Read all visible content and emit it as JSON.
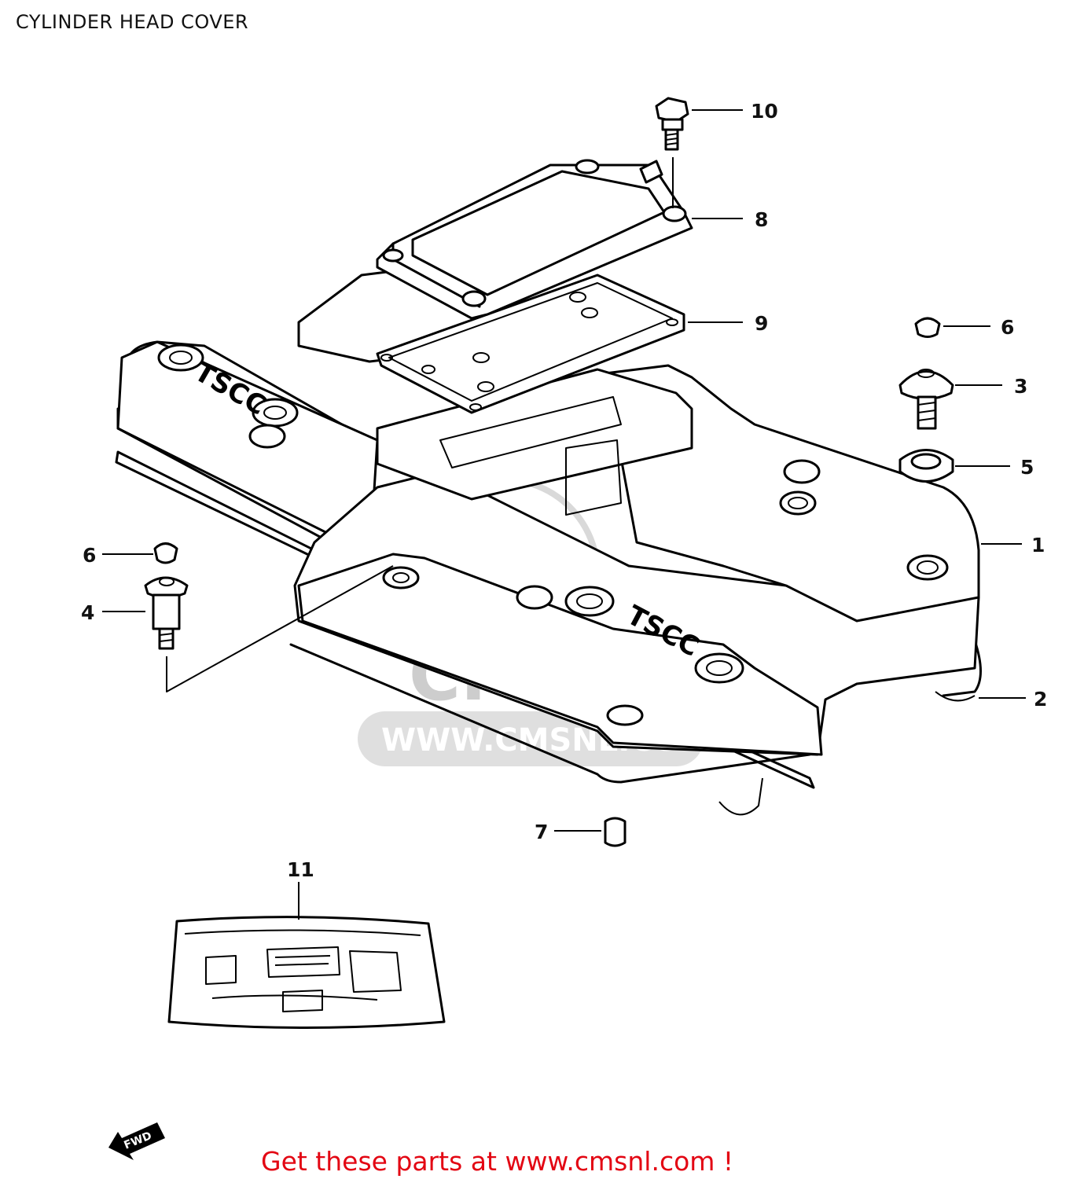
{
  "title": "CYLINDER HEAD COVER",
  "footer": "Get these parts at www.cmsnl.com !",
  "watermark": {
    "logo": "CMS",
    "url": "WWW.CMSNL.COM"
  },
  "cover_lettering": "TSCC",
  "fwd_arrow": "FWD",
  "parts": [
    {
      "number": "1",
      "name": "cylinder-head-cover"
    },
    {
      "number": "2",
      "name": "head-cover-gasket"
    },
    {
      "number": "3",
      "name": "cover-bolt"
    },
    {
      "number": "4",
      "name": "cover-bolt-long"
    },
    {
      "number": "5",
      "name": "bolt-seal-washer"
    },
    {
      "number": "6",
      "name": "bolt-cap"
    },
    {
      "number": "7",
      "name": "dowel-pin"
    },
    {
      "number": "8",
      "name": "breather-cover"
    },
    {
      "number": "9",
      "name": "breather-gasket"
    },
    {
      "number": "10",
      "name": "breather-cover-bolt"
    },
    {
      "number": "11",
      "name": "bond-packing"
    }
  ],
  "callouts": {
    "p1": "1",
    "p2": "2",
    "p3": "3",
    "p4": "4",
    "p5": "5",
    "p6a": "6",
    "p6b": "6",
    "p7": "7",
    "p8": "8",
    "p9": "9",
    "p10": "10",
    "p11": "11"
  },
  "colors": {
    "footer_text": "#e30613",
    "line_art": "#000000",
    "watermark": "#c8c8c8"
  }
}
